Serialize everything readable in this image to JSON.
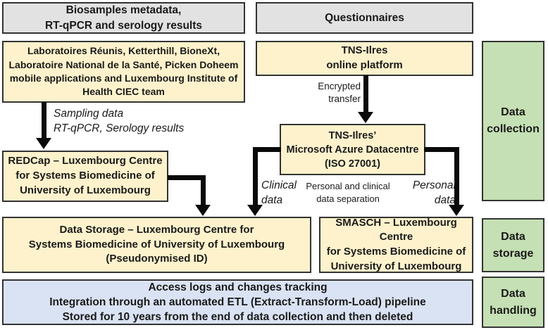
{
  "diagram": {
    "headers": {
      "biosamples": "Biosamples metadata,\nRT-qPCR and serology results",
      "questionnaires": "Questionnaires"
    },
    "nodes": {
      "labs": "Laboratoires Réunis, Ketterthill, BioneXt,\nLaboratoire National de la Santé, Picken Doheem\nmobile applications and Luxembourg Institute of\nHealth CIEC team",
      "tns_platform": "TNS-Ilres\nonline platform",
      "azure": "TNS-Ilres’\nMicrosoft Azure Datacentre\n(ISO 27001)",
      "redcap": "REDCap – Luxembourg Centre\nfor Systems Biomedicine of\nUniversity of Luxembourg",
      "data_storage": "Data Storage – Luxembourg Centre for\nSystems Biomedicine of University of Luxembourg\n(Pseudonymised ID)",
      "smasch": "SMASCH – Luxembourg Centre\nfor Systems Biomedicine of\nUniversity of Luxembourg",
      "handling": "Access logs and changes tracking\nIntegration through an automated ETL (Extract-Transform-Load) pipeline\nStored for 10 years from the end of data collection and then deleted"
    },
    "edge_labels": {
      "sampling": "Sampling data\nRT-qPCR, Serology results",
      "encrypted": "Encrypted\ntransfer",
      "clinical": "Clinical\ndata",
      "separation": "Personal and clinical\ndata separation",
      "personal": "Personal\ndata"
    },
    "stages": {
      "collection": "Data\ncollection",
      "storage": "Data\nstorage",
      "handling": "Data\nhandling"
    },
    "colors": {
      "header_fill": "#e2e2e2",
      "node_fill": "#fdf2cc",
      "stage_fill": "#c5e0b4",
      "handling_fill": "#dae3f3",
      "border": "#333333",
      "arrow": "#0a0a0a"
    }
  }
}
